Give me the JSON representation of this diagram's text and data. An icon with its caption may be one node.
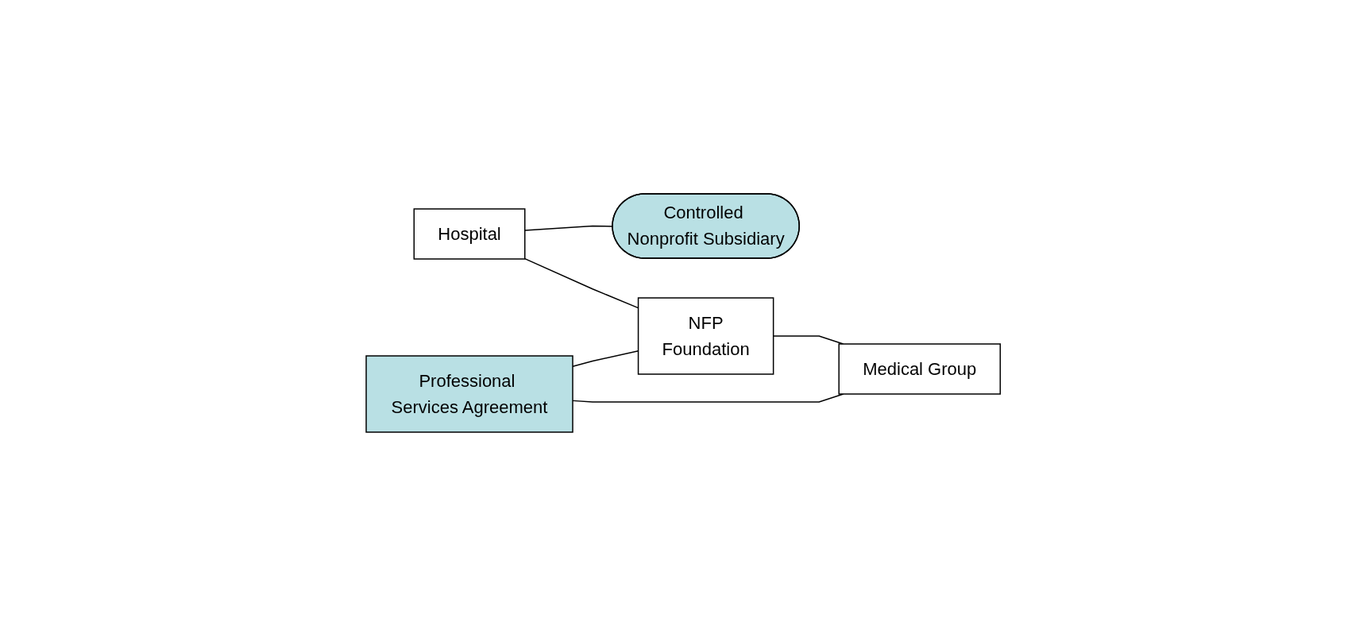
{
  "diagram": {
    "nodes": [
      {
        "text": [
          "Hospital"
        ]
      },
      {
        "text": [
          "Controlled Nonprofit Subsidiary"
        ]
      },
      {
        "text": [
          "NFP",
          "Foundation"
        ]
      },
      {
        "text": [
          "Medical Group"
        ]
      },
      {
        "text": [
          "Professional Services Agreement"
        ]
      }
    ],
    "edges": [
      {
        "from": 0,
        "to": 1,
        "arrow": "none"
      },
      {
        "from": 0,
        "to": 2,
        "arrow": "none"
      },
      {
        "from": 2,
        "to": 3,
        "arrow": "none"
      },
      {
        "from": 4,
        "to": 2,
        "arrow": "none"
      },
      {
        "from": 4,
        "to": 3,
        "arrow": "none"
      }
    ]
  }
}
